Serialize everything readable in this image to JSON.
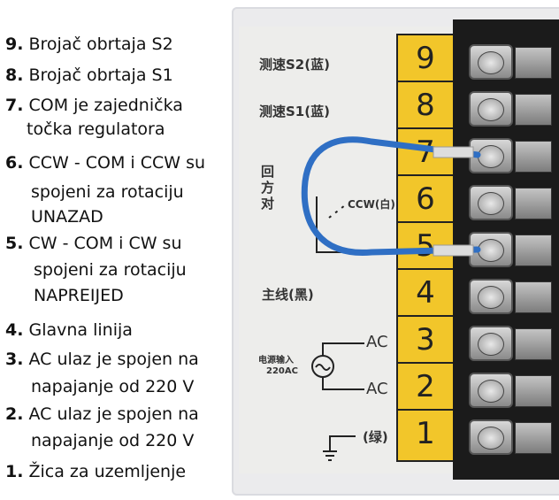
{
  "annotations": [
    {
      "num": "9.",
      "lines": [
        "Brojač obrtaja S2"
      ]
    },
    {
      "num": "8.",
      "lines": [
        "Brojač obrtaja S1"
      ]
    },
    {
      "num": "7.",
      "lines": [
        "COM je zajednička",
        "točka regulatora"
      ]
    },
    {
      "num": "6.",
      "lines": [
        "CCW - COM i CCW su",
        "spojeni za rotaciju",
        "UNAZAD"
      ]
    },
    {
      "num": "5.",
      "lines": [
        "CW - COM i CW su",
        "spojeni za rotaciju",
        "NAPREIJED"
      ]
    },
    {
      "num": "4.",
      "lines": [
        "Glavna linija"
      ]
    },
    {
      "num": "3.",
      "lines": [
        "AC ulaz je spojen na",
        "napajanje od 220 V"
      ]
    },
    {
      "num": "2.",
      "lines": [
        "AC ulaz je spojen na",
        "napajanje od 220 V"
      ]
    },
    {
      "num": "1.",
      "lines": [
        "Žica za uzemljenje"
      ]
    }
  ],
  "panel": {
    "s2": "测速S2(蓝)",
    "s1": "测速S1(蓝)",
    "dir": [
      "回",
      "方",
      "对"
    ],
    "ccw": "CCW(白)",
    "main": "主线(黑)",
    "power": "电源输入",
    "voltage": "220AC",
    "ac1": "AC",
    "ac2": "AC",
    "ground": "(绿)",
    "terminals": [
      "9",
      "8",
      "7",
      "6",
      "5",
      "4",
      "3",
      "2",
      "1"
    ]
  }
}
